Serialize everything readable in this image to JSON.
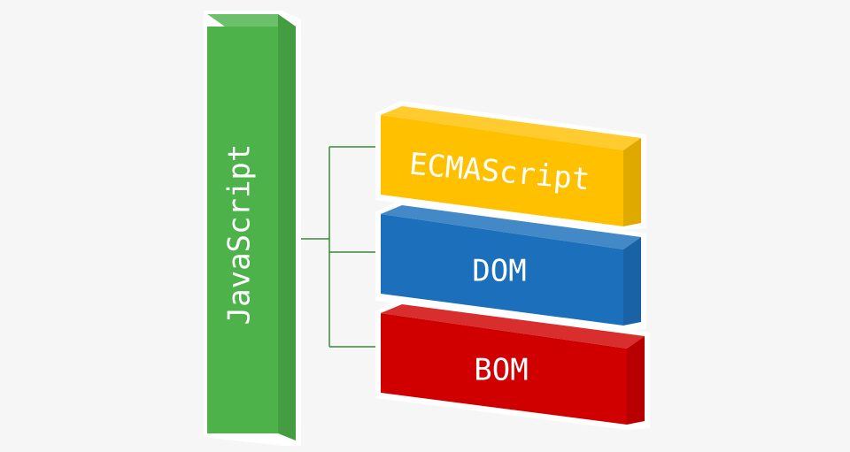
{
  "diagram": {
    "root": {
      "label": "JavaScript",
      "color": "#4db24a"
    },
    "components": [
      {
        "label": "ECMAScript",
        "color": "#ffc000"
      },
      {
        "label": "DOM",
        "color": "#1b6fbb"
      },
      {
        "label": "BOM",
        "color": "#d10000"
      }
    ],
    "connector_color": "#3a8a3a"
  }
}
